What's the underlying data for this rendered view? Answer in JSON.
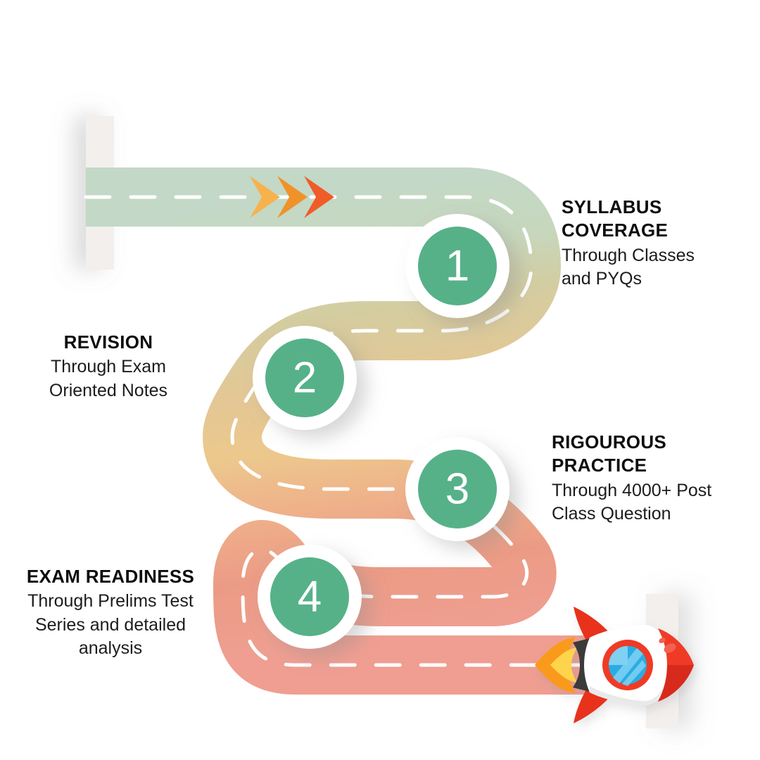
{
  "infographic": {
    "title_hidden": "",
    "background_color": "#ffffff",
    "accent_green": "#56b188",
    "road_colors": {
      "start_green": "#bfd5c4",
      "khaki": "#d3cda1",
      "sand": "#e8c88f",
      "peach": "#efaf8a",
      "salmon": "#e8897e",
      "final_salmon": "#ef9e91"
    },
    "bar_color": "#f2efed",
    "chevron_colors": [
      "#f7b24e",
      "#f0922a",
      "#ef5c28"
    ],
    "rocket_colors": {
      "body": "#ffffff",
      "red": "#ef3b25",
      "red_dark": "#d8291a",
      "porthole_ring": "#ef3b25",
      "porthole_glass": "#2aace2",
      "porthole_glass_light": "#7fd0f2",
      "engine": "#3a3a3a",
      "flame_outer": "#f99a1c",
      "flame_inner": "#ffd44d"
    }
  },
  "steps": [
    {
      "number": "1",
      "title": "SYLLABUS COVERAGE",
      "title_lines": [
        "SYLLABUS",
        "COVERAGE"
      ],
      "description": "Through Classes and PYQs",
      "description_lines": [
        "Through Classes",
        "and PYQs"
      ],
      "side": "right"
    },
    {
      "number": "2",
      "title": "REVISION",
      "title_lines": [
        "REVISION"
      ],
      "description": "Through Exam Oriented Notes",
      "description_lines": [
        "Through Exam",
        "Oriented Notes"
      ],
      "side": "left"
    },
    {
      "number": "3",
      "title": "RIGOUROUS PRACTICE",
      "title_lines": [
        "RIGOUROUS",
        "PRACTICE"
      ],
      "description": "Through 4000+ Post Class Question",
      "description_lines": [
        "Through 4000+ Post",
        "Class Question"
      ],
      "side": "right"
    },
    {
      "number": "4",
      "title": "EXAM READINESS",
      "title_lines": [
        "EXAM READINESS"
      ],
      "description": "Through Prelims Test Series and detailed analysis",
      "description_lines": [
        "Through Prelims Test",
        "Series and detailed",
        "analysis"
      ],
      "side": "left"
    }
  ],
  "markers": {
    "start_bar_label": "start-line",
    "finish_bar_label": "finish-line",
    "direction_arrows": 3,
    "rocket_label": "rocket"
  }
}
